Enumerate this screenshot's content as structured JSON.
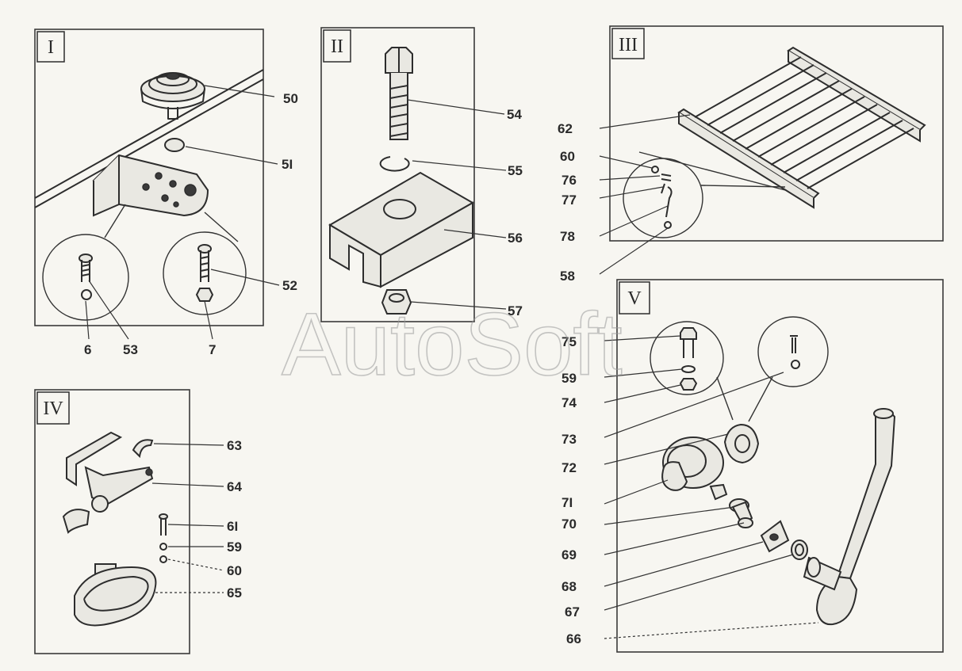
{
  "watermark": "AutoSoft",
  "panels": [
    {
      "numeral": "I"
    },
    {
      "numeral": "II"
    },
    {
      "numeral": "III"
    },
    {
      "numeral": "IV"
    },
    {
      "numeral": "V"
    }
  ],
  "callouts": {
    "panel_I": [
      "50",
      "5I",
      "52",
      "6",
      "53",
      "7"
    ],
    "panel_II": [
      "54",
      "55",
      "56",
      "57"
    ],
    "panel_III": [
      "62",
      "60",
      "76",
      "77",
      "78",
      "58"
    ],
    "panel_IV": [
      "63",
      "64",
      "6I",
      "59",
      "60",
      "65"
    ],
    "panel_V": [
      "75",
      "59",
      "74",
      "73",
      "72",
      "7I",
      "70",
      "69",
      "68",
      "67",
      "66"
    ]
  }
}
